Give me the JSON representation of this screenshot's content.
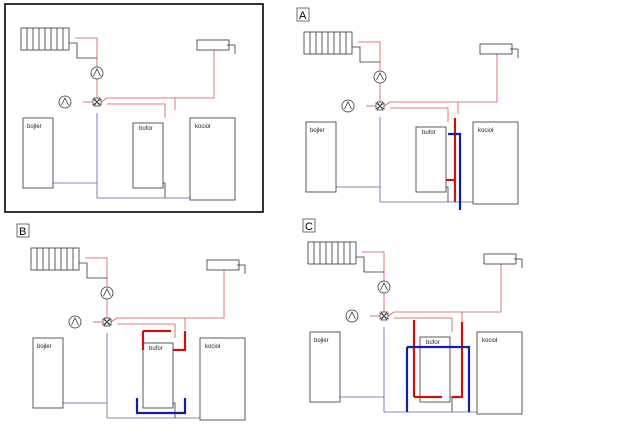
{
  "panels": [
    {
      "letter": "",
      "selected": true
    },
    {
      "letter": "A",
      "selected": false
    },
    {
      "letter": "B",
      "selected": false
    },
    {
      "letter": "C",
      "selected": false
    }
  ],
  "labels": {
    "boiler": "bojler",
    "buffer": "bufor",
    "furnace": "kocioł"
  },
  "colors": {
    "hot": "#d9534f",
    "cold": "#5560b0",
    "hot_thick": "#cc1111",
    "cold_thick": "#1020a0",
    "line": "#333333"
  }
}
